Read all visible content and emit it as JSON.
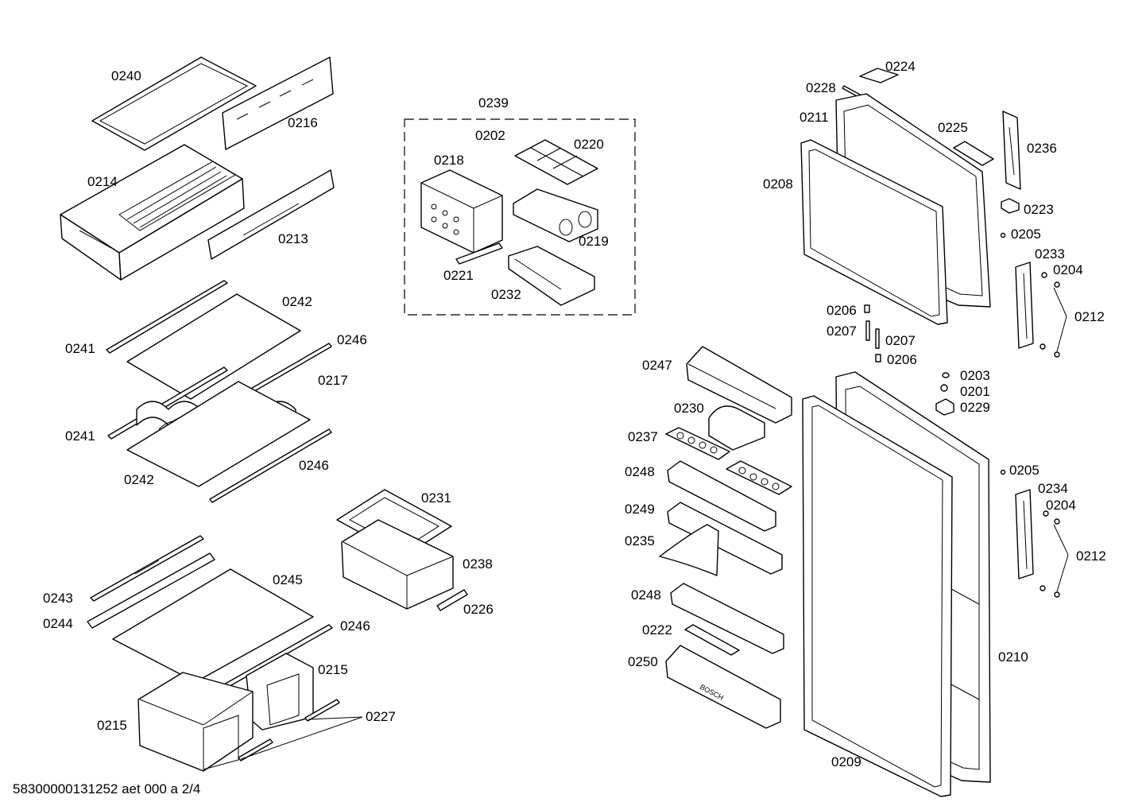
{
  "reference": "58300000131252 aet 000 a 2/4",
  "colors": {
    "line": "#000000",
    "background": "#ffffff"
  },
  "parts": [
    {
      "id": "p0240",
      "label": "0240"
    },
    {
      "id": "p0216",
      "label": "0216"
    },
    {
      "id": "p0214",
      "label": "0214"
    },
    {
      "id": "p0213",
      "label": "0213"
    },
    {
      "id": "p0242a",
      "label": "0242"
    },
    {
      "id": "p0241a",
      "label": "0241"
    },
    {
      "id": "p0246a",
      "label": "0246"
    },
    {
      "id": "p0217",
      "label": "0217"
    },
    {
      "id": "p0241b",
      "label": "0241"
    },
    {
      "id": "p0242b",
      "label": "0242"
    },
    {
      "id": "p0246b",
      "label": "0246"
    },
    {
      "id": "p0239",
      "label": "0239"
    },
    {
      "id": "p0202",
      "label": "0202"
    },
    {
      "id": "p0220",
      "label": "0220"
    },
    {
      "id": "p0218",
      "label": "0218"
    },
    {
      "id": "p0219",
      "label": "0219"
    },
    {
      "id": "p0221",
      "label": "0221"
    },
    {
      "id": "p0232",
      "label": "0232"
    },
    {
      "id": "p0231",
      "label": "0231"
    },
    {
      "id": "p0238",
      "label": "0238"
    },
    {
      "id": "p0226",
      "label": "0226"
    },
    {
      "id": "p0243",
      "label": "0243"
    },
    {
      "id": "p0245",
      "label": "0245"
    },
    {
      "id": "p0244",
      "label": "0244"
    },
    {
      "id": "p0246c",
      "label": "0246"
    },
    {
      "id": "p0215a",
      "label": "0215"
    },
    {
      "id": "p0227",
      "label": "0227"
    },
    {
      "id": "p0215b",
      "label": "0215"
    },
    {
      "id": "p0224",
      "label": "0224"
    },
    {
      "id": "p0228",
      "label": "0228"
    },
    {
      "id": "p0211",
      "label": "0211"
    },
    {
      "id": "p0225",
      "label": "0225"
    },
    {
      "id": "p0236",
      "label": "0236"
    },
    {
      "id": "p0208",
      "label": "0208"
    },
    {
      "id": "p0223",
      "label": "0223"
    },
    {
      "id": "p0205a",
      "label": "0205"
    },
    {
      "id": "p0233",
      "label": "0233"
    },
    {
      "id": "p0204a",
      "label": "0204"
    },
    {
      "id": "p0212a",
      "label": "0212"
    },
    {
      "id": "p0206a",
      "label": "0206"
    },
    {
      "id": "p0207a",
      "label": "0207"
    },
    {
      "id": "p0207b",
      "label": "0207"
    },
    {
      "id": "p0206b",
      "label": "0206"
    },
    {
      "id": "p0247",
      "label": "0247"
    },
    {
      "id": "p0203",
      "label": "0203"
    },
    {
      "id": "p0201",
      "label": "0201"
    },
    {
      "id": "p0229",
      "label": "0229"
    },
    {
      "id": "p0230",
      "label": "0230"
    },
    {
      "id": "p0237",
      "label": "0237"
    },
    {
      "id": "p0248a",
      "label": "0248"
    },
    {
      "id": "p0205b",
      "label": "0205"
    },
    {
      "id": "p0234",
      "label": "0234"
    },
    {
      "id": "p0204b",
      "label": "0204"
    },
    {
      "id": "p0249",
      "label": "0249"
    },
    {
      "id": "p0235",
      "label": "0235"
    },
    {
      "id": "p0212b",
      "label": "0212"
    },
    {
      "id": "p0248b",
      "label": "0248"
    },
    {
      "id": "p0222",
      "label": "0222"
    },
    {
      "id": "p0210",
      "label": "0210"
    },
    {
      "id": "p0250",
      "label": "0250"
    },
    {
      "id": "p0209",
      "label": "0209"
    }
  ],
  "brand_mark": "BOSCH"
}
